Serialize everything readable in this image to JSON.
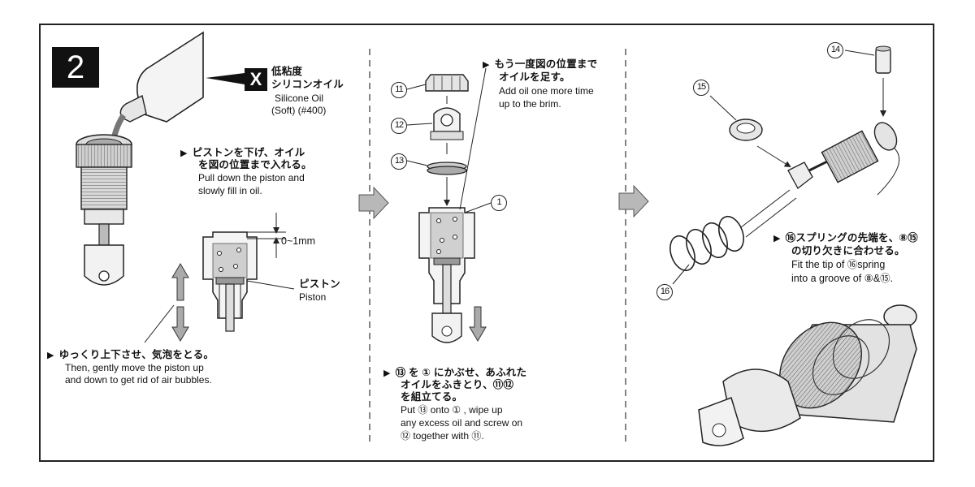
{
  "step": {
    "number": "2"
  },
  "silicone": {
    "badge": "X",
    "ja_line1": "低粘度",
    "ja_line2": "シリコンオイル",
    "en_line1": "Silicone Oil",
    "en_line2": "(Soft) (#400)"
  },
  "piston_fill": {
    "ja_line1": "ピストンを下げ、オイル",
    "ja_line2": "を図の位置まで入れる。",
    "en_line1": "Pull down the piston and",
    "en_line2": "slowly fill in oil."
  },
  "gap": {
    "label": "0~1mm"
  },
  "piston_label": {
    "ja": "ピストン",
    "en": "Piston"
  },
  "bubbles": {
    "ja": "ゆっくり上下させ、気泡をとる。",
    "en_line1": "Then, gently move the piston up",
    "en_line2": "and down to get rid of air bubbles."
  },
  "part_numbers": {
    "p11": "11",
    "p12": "12",
    "p13": "13",
    "p1": "1",
    "p14": "14",
    "p15": "15",
    "p16": "16"
  },
  "refill": {
    "ja_line1": "もう一度図の位置まで",
    "ja_line2": "オイルを足す。",
    "en_line1": "Add oil one more time",
    "en_line2": "up to the brim."
  },
  "assemble": {
    "ja_line1": "⑬ を ① にかぶせ、あふれた",
    "ja_line2": "オイルをふきとり、⑪⑫",
    "ja_line3": "を組立てる。",
    "en_line1": "Put ⑬ onto ① , wipe up",
    "en_line2": "any excess oil and screw on",
    "en_line3": "⑫ together with ⑪."
  },
  "spring": {
    "ja_line1": "⑯スプリングの先端を、⑧⑮",
    "ja_line2": "の切り欠きに合わせる。",
    "en_line1": "Fit the tip of ⑯spring",
    "en_line2": "into a groove of ⑧&⑮."
  }
}
